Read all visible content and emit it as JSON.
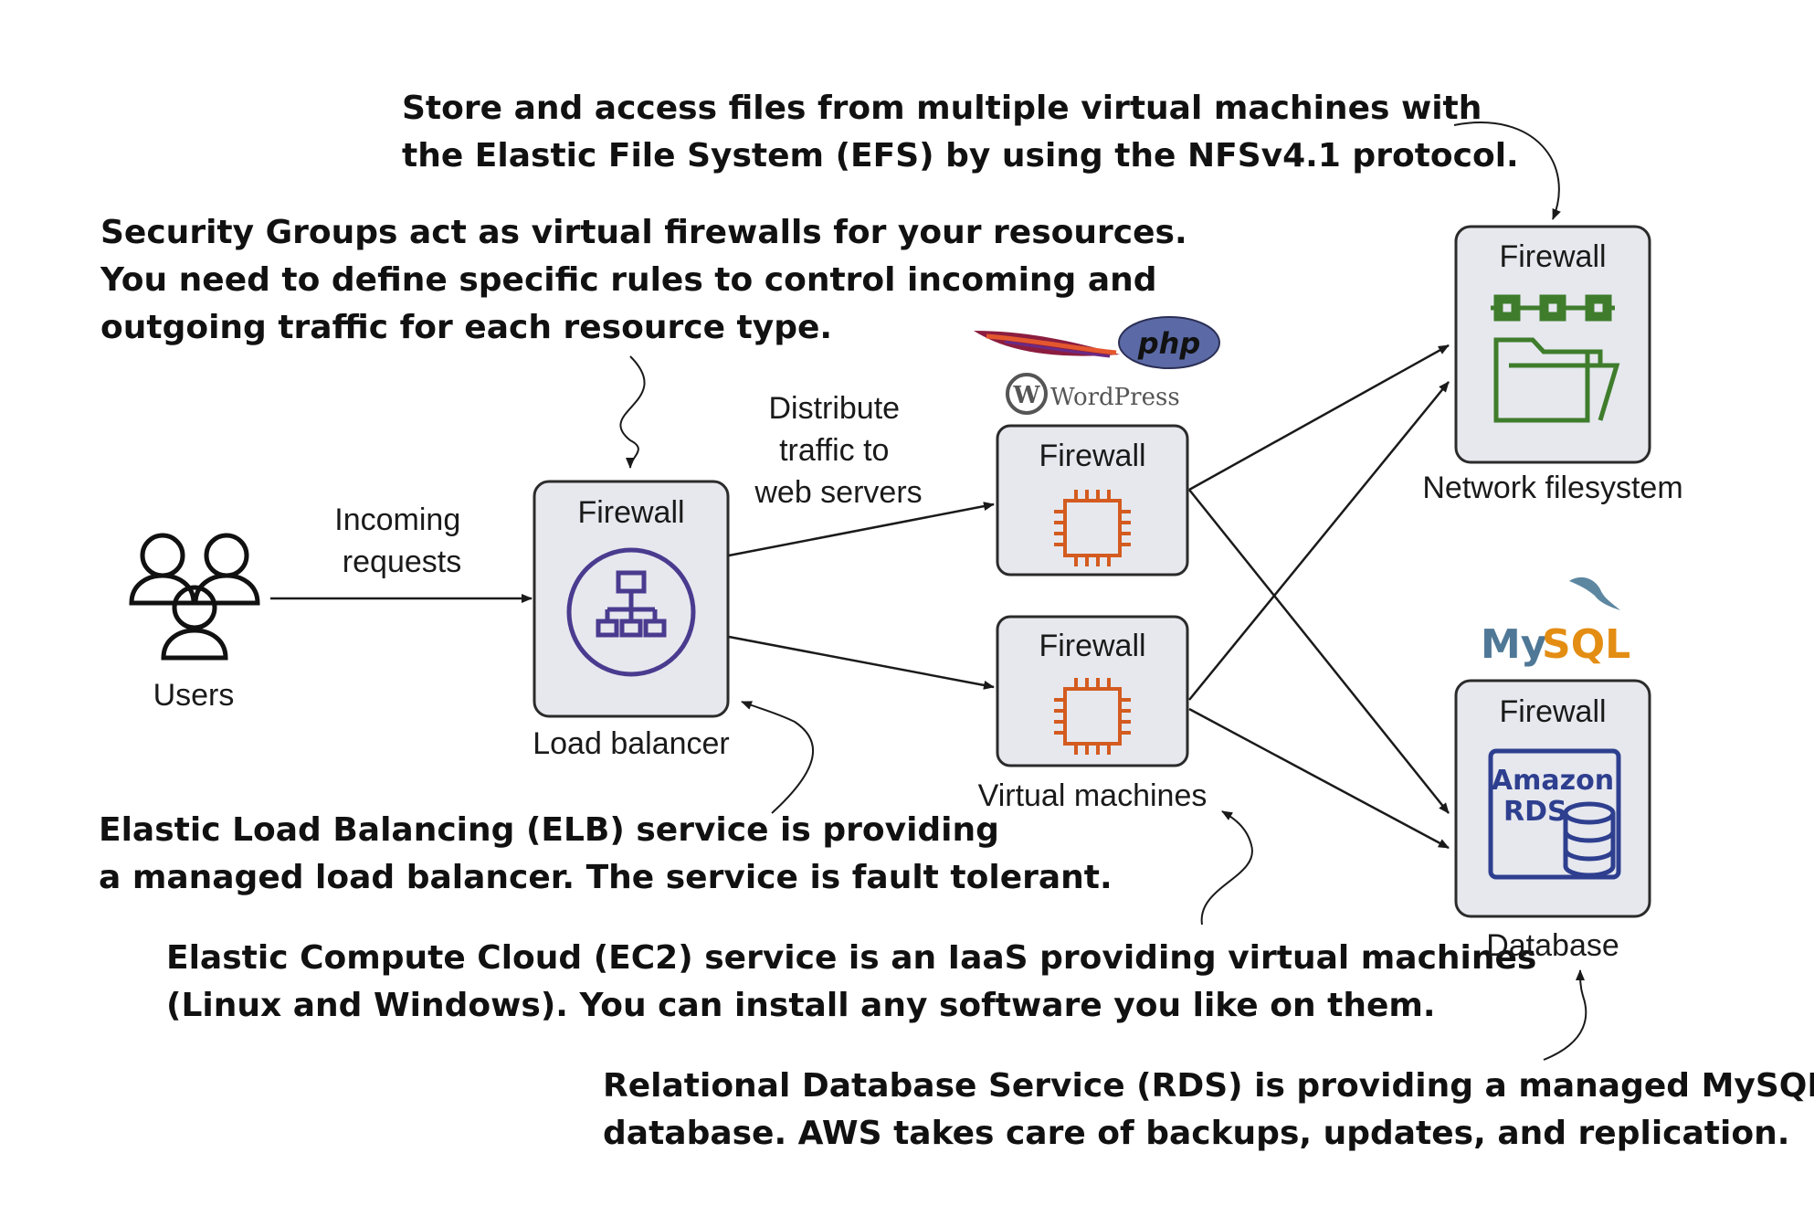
{
  "annotations": {
    "efs": [
      "Store and access files from multiple virtual machines with",
      "the Elastic File System (EFS) by using the NFSv4.1 protocol."
    ],
    "sg": [
      "Security Groups act as virtual firewalls for your resources.",
      "You need to define specific rules to control incoming and",
      "outgoing traffic for each resource type."
    ],
    "elb": [
      "Elastic Load Balancing (ELB) service is providing",
      "a managed load balancer. The service is fault tolerant."
    ],
    "ec2": [
      "Elastic Compute Cloud (EC2) service is an IaaS providing virtual machines",
      "(Linux and Windows). You can install any software you like on them."
    ],
    "rds": [
      "Relational Database Service (RDS) is providing a managed MySQL",
      "database. AWS takes care of backups, updates, and replication."
    ]
  },
  "nodes": {
    "users": {
      "label": "Users"
    },
    "load_balancer": {
      "firewall": "Firewall",
      "label": "Load balancer"
    },
    "vm1": {
      "firewall": "Firewall"
    },
    "vm2": {
      "firewall": "Firewall"
    },
    "vms_label": "Virtual machines",
    "filesystem": {
      "firewall": "Firewall",
      "label": "Network filesystem"
    },
    "database": {
      "firewall": "Firewall",
      "label": "Database",
      "rds_line1": "Amazon",
      "rds_line2": "RDS"
    }
  },
  "edges": {
    "incoming": [
      "Incoming",
      "requests"
    ],
    "distribute": [
      "Distribute",
      "traffic to",
      "web servers"
    ]
  },
  "logos": {
    "php": "php",
    "wordpress": "WordPress",
    "mysql_my": "My",
    "mysql_sql": "SQL"
  },
  "colors": {
    "box_fill": "#e6e8ee",
    "elb_purple": "#4a3b8f",
    "ec2_orange": "#d45b1f",
    "efs_green": "#3f7d2c",
    "rds_blue": "#2e3f8f"
  }
}
